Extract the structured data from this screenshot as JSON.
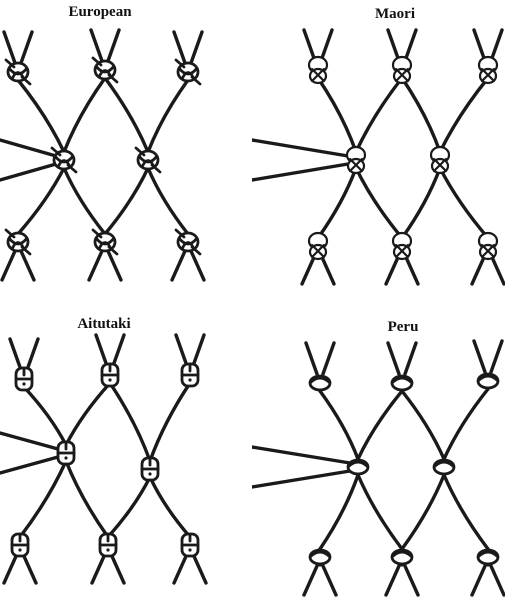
{
  "colors": {
    "ink": "#1a1a1a",
    "background": "#ffffff"
  },
  "panels": [
    {
      "title": "European",
      "knot_style": "european"
    },
    {
      "title": "Maori",
      "knot_style": "maori"
    },
    {
      "title": "Aitutaki",
      "knot_style": "aitutaki"
    },
    {
      "title": "Peru",
      "knot_style": "peru"
    }
  ]
}
